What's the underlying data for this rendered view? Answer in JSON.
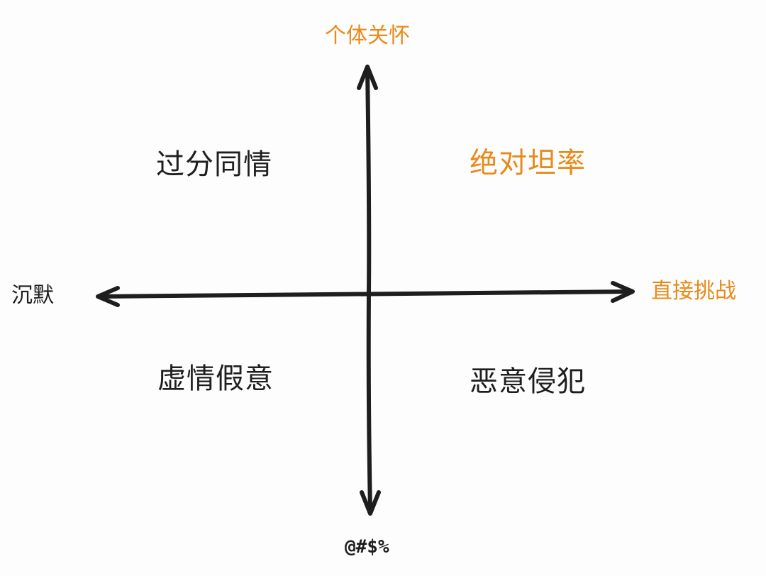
{
  "colors": {
    "accent": "#e88a1a",
    "text": "#1e1e1e",
    "axis": "#1e1e1e"
  },
  "axes": {
    "top": "个体关怀",
    "bottom": "@#$%",
    "left": "沉默",
    "right": "直接挑战"
  },
  "quadrants": {
    "top_left": "过分同情",
    "top_right": "绝对坦率",
    "bottom_left": "虚情假意",
    "bottom_right": "恶意侵犯"
  }
}
